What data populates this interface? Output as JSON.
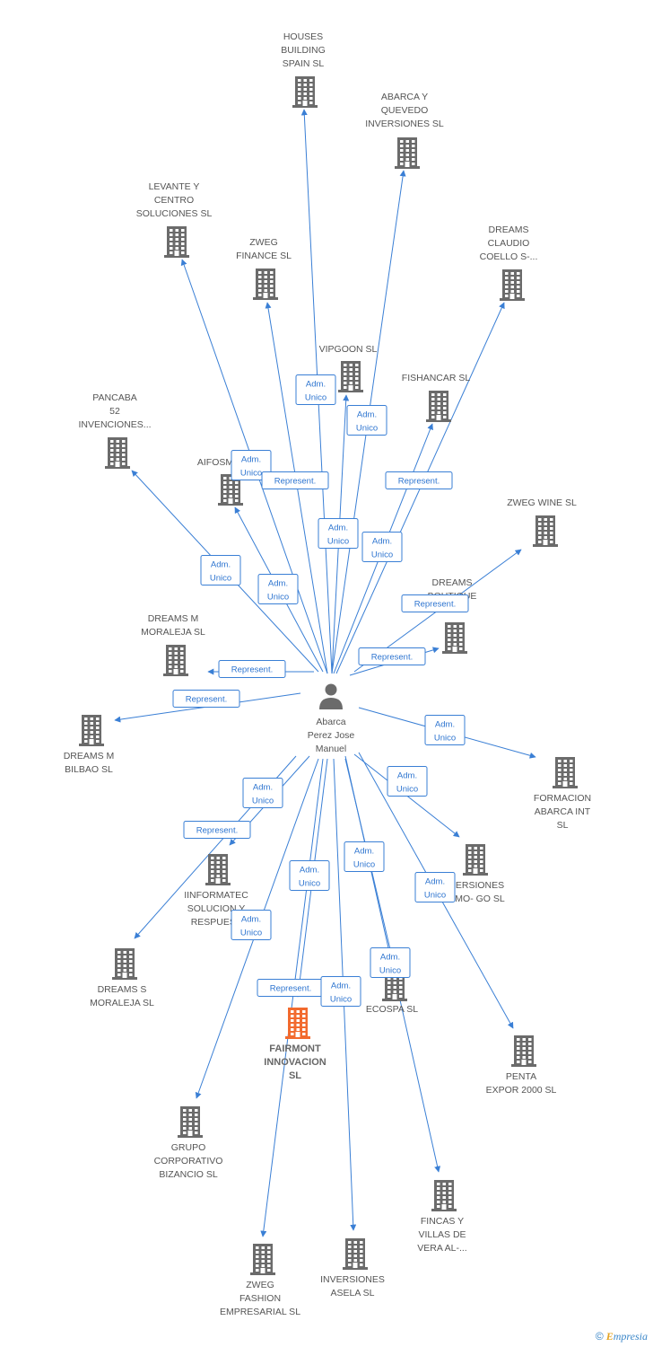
{
  "colors": {
    "edge": "#3a7fd5",
    "building": "#6b6b6b",
    "focus": "#f26a2e",
    "person": "#6b6b6b",
    "label_border": "#3a7fd5"
  },
  "center": {
    "id": "person",
    "label": [
      "Abarca",
      "Perez Jose",
      "Manuel"
    ],
    "icon": "person-icon"
  },
  "nodes": [
    {
      "id": "houses",
      "label": [
        "HOUSES",
        "BUILDING",
        "SPAIN SL"
      ]
    },
    {
      "id": "abarca_quevedo",
      "label": [
        "ABARCA Y",
        "QUEVEDO",
        "INVERSIONES SL"
      ]
    },
    {
      "id": "levante",
      "label": [
        "LEVANTE Y",
        "CENTRO",
        "SOLUCIONES SL"
      ]
    },
    {
      "id": "zweg_finance",
      "label": [
        "ZWEG",
        "FINANCE SL"
      ]
    },
    {
      "id": "dreams_claudio",
      "label": [
        "DREAMS",
        "CLAUDIO",
        "COELLO S-..."
      ]
    },
    {
      "id": "vipgoon",
      "label": [
        "VIPGOON  SL"
      ]
    },
    {
      "id": "fishancar",
      "label": [
        "FISHANCAR  SL"
      ]
    },
    {
      "id": "pancaba",
      "label": [
        "PANCABA",
        "52",
        "INVENCIONES..."
      ]
    },
    {
      "id": "aifosm",
      "label": [
        "AIFOSM"
      ]
    },
    {
      "id": "zweg_wine",
      "label": [
        "ZWEG WINE SL"
      ]
    },
    {
      "id": "dreams_boutique",
      "label": [
        "DREAMS",
        "BOUTIQUE"
      ]
    },
    {
      "id": "dreams_moraleja_m",
      "label": [
        "DREAMS M",
        "MORALEJA SL"
      ]
    },
    {
      "id": "dreams_bilbao",
      "label": [
        "DREAMS M",
        "BILBAO SL"
      ]
    },
    {
      "id": "formacion",
      "label": [
        "FORMACION",
        "ABARCA INT",
        "SL"
      ]
    },
    {
      "id": "inversiones_mo",
      "label": [
        "ERSIONES",
        "MO- GO SL"
      ]
    },
    {
      "id": "informatec",
      "label": [
        "IINFORMATEC",
        "SOLUCION Y",
        "RESPUEST"
      ]
    },
    {
      "id": "dreams_s",
      "label": [
        "DREAMS S",
        "MORALEJA SL"
      ]
    },
    {
      "id": "ecospa",
      "label": [
        "ECOSPA SL"
      ]
    },
    {
      "id": "fairmont",
      "label": [
        "FAIRMONT",
        "INNOVACION",
        "SL"
      ],
      "focus": true
    },
    {
      "id": "penta",
      "label": [
        "PENTA",
        "EXPOR 2000 SL"
      ]
    },
    {
      "id": "grupo",
      "label": [
        "GRUPO",
        "CORPORATIVO",
        "BIZANCIO SL"
      ]
    },
    {
      "id": "fincas",
      "label": [
        "FINCAS Y",
        "VILLAS DE",
        "VERA AL-..."
      ]
    },
    {
      "id": "zweg_fashion",
      "label": [
        "ZWEG",
        "FASHION",
        "EMPRESARIAL SL"
      ]
    },
    {
      "id": "inversiones_asela",
      "label": [
        "INVERSIONES",
        "ASELA SL"
      ]
    }
  ],
  "edges": [
    {
      "to": "houses",
      "label": [
        "Adm.",
        "Unico"
      ]
    },
    {
      "to": "abarca_quevedo",
      "label": [
        "Adm.",
        "Unico"
      ]
    },
    {
      "to": "levante",
      "label": [
        "Adm.",
        "Unico"
      ]
    },
    {
      "to": "zweg_finance",
      "label": [
        "Represent."
      ]
    },
    {
      "to": "dreams_claudio",
      "label": [
        "Represent."
      ]
    },
    {
      "to": "vipgoon",
      "label": [
        "Adm.",
        "Unico"
      ]
    },
    {
      "to": "fishancar",
      "label": [
        "Adm.",
        "Unico"
      ]
    },
    {
      "to": "pancaba",
      "label": [
        "Adm.",
        "Unico"
      ]
    },
    {
      "to": "aifosm",
      "label": [
        "Adm.",
        "Unico"
      ]
    },
    {
      "to": "zweg_wine",
      "label": [
        "Represent."
      ]
    },
    {
      "to": "dreams_boutique",
      "label": [
        "Represent."
      ]
    },
    {
      "to": "dreams_moraleja_m",
      "label": [
        "Represent."
      ]
    },
    {
      "to": "dreams_bilbao",
      "label": [
        "Represent."
      ]
    },
    {
      "to": "formacion",
      "label": [
        "Adm.",
        "Unico"
      ]
    },
    {
      "to": "inversiones_mo",
      "label": [
        "Adm.",
        "Unico"
      ]
    },
    {
      "to": "informatec",
      "label": [
        "Represent."
      ]
    },
    {
      "to": "dreams_s",
      "label": [
        "Adm.",
        "Unico"
      ]
    },
    {
      "to": "ecospa",
      "label": [
        "Adm.",
        "Unico"
      ]
    },
    {
      "to": "fairmont",
      "label": [
        "Represent."
      ]
    },
    {
      "to": "penta",
      "label": [
        "Adm.",
        "Unico"
      ]
    },
    {
      "to": "grupo",
      "label": [
        "Adm.",
        "Unico"
      ]
    },
    {
      "to": "fincas",
      "label": [
        "Adm.",
        "Unico"
      ]
    },
    {
      "to": "zweg_fashion",
      "label": [
        "Adm.",
        "Unico"
      ]
    },
    {
      "to": "inversiones_asela",
      "label": [
        "Adm.",
        "Unico"
      ]
    }
  ],
  "brand": {
    "copyright": "©",
    "name_initial": "E",
    "name_rest": "mpresia"
  }
}
